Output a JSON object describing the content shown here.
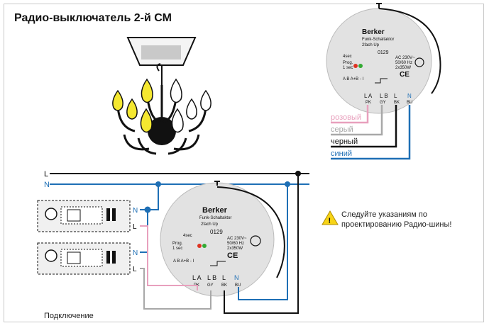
{
  "title": "Радио-выключатель 2-й СМ",
  "caption": "Подключение",
  "notice": "Следуйте указаниям по проектированию Радио-шины!",
  "wire_legend": [
    "розовый",
    "серый",
    "черный",
    "синий"
  ],
  "bus_labels": {
    "line": "L",
    "neutral": "N"
  },
  "load_terminals": [
    "N",
    "L",
    "N",
    "L"
  ],
  "device": {
    "brand": "Berker",
    "model_line1": "Funk-Schaltaktor",
    "model_line2": "2fach Up",
    "article": "0129",
    "rating": [
      "AC 230V~",
      "50/60 Hz",
      "2x350W"
    ],
    "prog": [
      "Prog.",
      "1 sec"
    ],
    "timer": "4sec",
    "channels": "A B A+B - I",
    "terminals": [
      "PK",
      "GY",
      "BK",
      "BU"
    ],
    "terminal_big": [
      "L A",
      "L B",
      "L",
      "N"
    ],
    "ce": "CE"
  },
  "colors": {
    "pink": "#e8a0bd",
    "grey": "#a8a8a8",
    "black": "#111111",
    "blue": "#1e6fb5"
  }
}
